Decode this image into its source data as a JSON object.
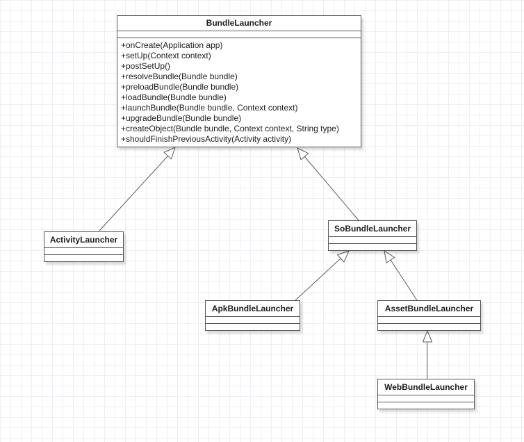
{
  "classes": {
    "bundle_launcher": {
      "name": "BundleLauncher",
      "methods": [
        "+onCreate(Application app)",
        "+setUp(Context context)",
        "+postSetUp()",
        "+resolveBundle(Bundle bundle)",
        "+preloadBundle(Bundle bundle)",
        "+loadBundle(Bundle bundle)",
        "+launchBundle(Bundle bundle, Context context)",
        "+upgradeBundle(Bundle bundle)",
        "+createObject(Bundle bundle, Context context, String type)",
        "+shouldFinishPreviousActivity(Activity activity)"
      ]
    },
    "activity_launcher": {
      "name": "ActivityLauncher"
    },
    "so_bundle_launcher": {
      "name": "SoBundleLauncher"
    },
    "apk_bundle_launcher": {
      "name": "ApkBundleLauncher"
    },
    "asset_bundle_launcher": {
      "name": "AssetBundleLauncher"
    },
    "web_bundle_launcher": {
      "name": "WebBundleLauncher"
    }
  },
  "relations": [
    {
      "from": "ActivityLauncher",
      "to": "BundleLauncher",
      "type": "generalization"
    },
    {
      "from": "SoBundleLauncher",
      "to": "BundleLauncher",
      "type": "generalization"
    },
    {
      "from": "ApkBundleLauncher",
      "to": "SoBundleLauncher",
      "type": "generalization"
    },
    {
      "from": "AssetBundleLauncher",
      "to": "SoBundleLauncher",
      "type": "generalization"
    },
    {
      "from": "WebBundleLauncher",
      "to": "AssetBundleLauncher",
      "type": "generalization"
    }
  ],
  "colors": {
    "canvas_background": "#ffffff",
    "grid_line": "#efeff3",
    "shape_border": "#565656",
    "shape_fill": "#ffffff",
    "text": "#1c1c1c"
  }
}
